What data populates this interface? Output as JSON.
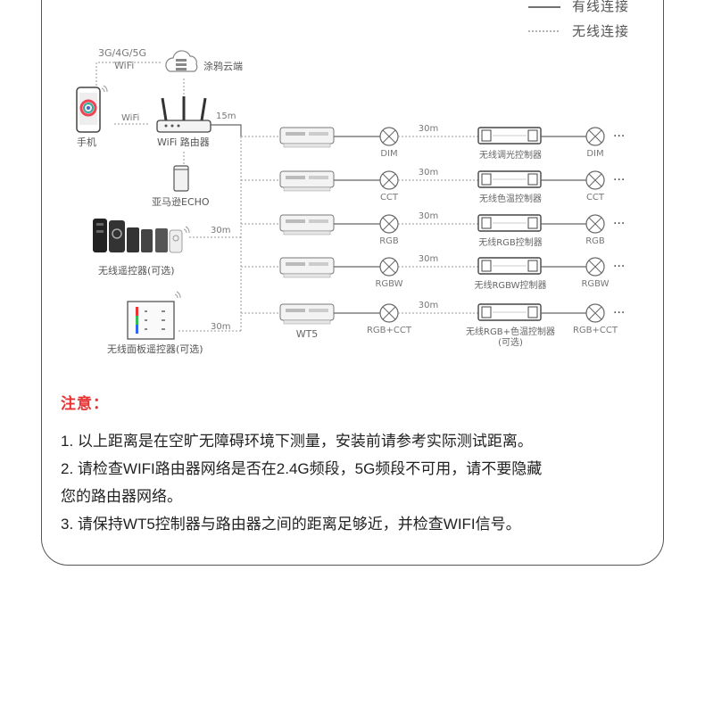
{
  "legend": {
    "wired": "有线连接",
    "wireless": "无线连接"
  },
  "left": {
    "network_label": "3G/4G/5G",
    "network_wifi": "WiFi",
    "cloud": "涂鸦云端",
    "phone": "手机",
    "phone_wifi": "WiFi",
    "router": "WiFi 路由器",
    "router_dist": "15m",
    "echo": "亚马逊ECHO",
    "remote": "无线遥控器(可选)",
    "remote_dist": "30m",
    "panel": "无线面板遥控器(可选)",
    "panel_dist": "30m"
  },
  "rows": [
    {
      "left_label": "DIM",
      "dist": "30m",
      "controller": "无线调光控制器",
      "controller2": "",
      "right_label": "DIM"
    },
    {
      "left_label": "CCT",
      "dist": "30m",
      "controller": "无线色温控制器",
      "controller2": "",
      "right_label": "CCT"
    },
    {
      "left_label": "RGB",
      "dist": "30m",
      "controller": "无线RGB控制器",
      "controller2": "",
      "right_label": "RGB"
    },
    {
      "left_label": "RGBW",
      "dist": "30m",
      "controller": "无线RGBW控制器",
      "controller2": "",
      "right_label": "RGBW"
    },
    {
      "left_label": "RGB+CCT",
      "dist": "30m",
      "controller": "无线RGB+色温控制器",
      "controller2": "(可选)",
      "right_label": "RGB+CCT"
    }
  ],
  "wt5_label": "WT5",
  "ellipsis": "···",
  "notes": {
    "title": "注意：",
    "lines": [
      "1. 以上距离是在空旷无障碍环境下测量，安装前请参考实际测试距离。",
      "2. 请检查WIFI路由器网络是否在2.4G频段，5G频段不可用，请不要隐藏",
      "您的路由器网络。",
      "3. 请保持WT5控制器与路由器之间的距离足够近，并检查WIFI信号。"
    ]
  },
  "colors": {
    "accent": "#e83030",
    "line": "#666666",
    "light": "#999999"
  }
}
